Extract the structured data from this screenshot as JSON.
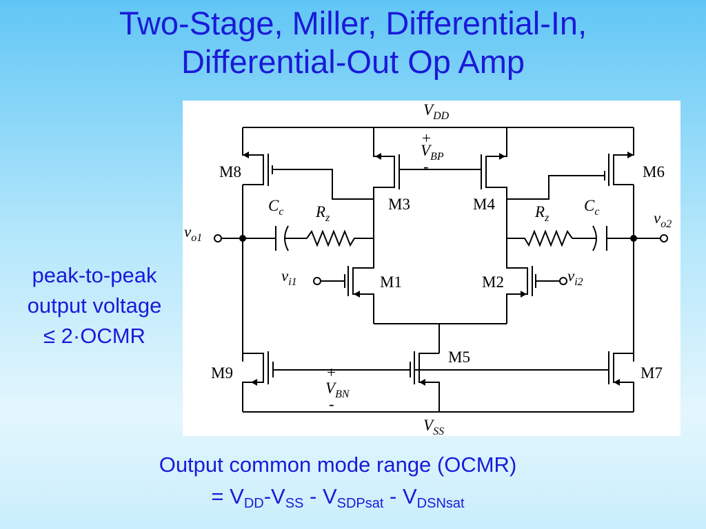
{
  "title": {
    "line1": "Two-Stage, Miller, Differential-In,",
    "line2": "Differential-Out Op Amp"
  },
  "note": {
    "line1": "peak-to-peak",
    "line2": "output voltage",
    "line3": "≤ 2·OCMR"
  },
  "footer": {
    "line1": "Output common mode range (OCMR)",
    "eq_prefix": "= V",
    "sub_dd": "DD",
    "dash1": "-V",
    "sub_ss": "SS",
    "dash2": " - V",
    "sub_sdp": "SDPsat",
    "dash3": " - V",
    "sub_dsn": "DSNsat"
  },
  "circuit": {
    "vdd": {
      "main": "V",
      "sub": "DD"
    },
    "vss": {
      "main": "V",
      "sub": "SS"
    },
    "vbp": {
      "main": "V",
      "sub": "BP"
    },
    "vbn": {
      "main": "V",
      "sub": "BN"
    },
    "plus": "+",
    "minus": "-",
    "transistors": {
      "m1": "M1",
      "m2": "M2",
      "m3": "M3",
      "m4": "M4",
      "m5": "M5",
      "m6": "M6",
      "m7": "M7",
      "m8": "M8",
      "m9": "M9"
    },
    "cc": {
      "main": "C",
      "sub": "c"
    },
    "rz": {
      "main": "R",
      "sub": "z"
    },
    "vo1": {
      "main": "v",
      "sub": "o1"
    },
    "vo2": {
      "main": "v",
      "sub": "o2"
    },
    "vi1": {
      "main": "v",
      "sub": "i1"
    },
    "vi2": {
      "main": "v",
      "sub": "i2"
    }
  }
}
